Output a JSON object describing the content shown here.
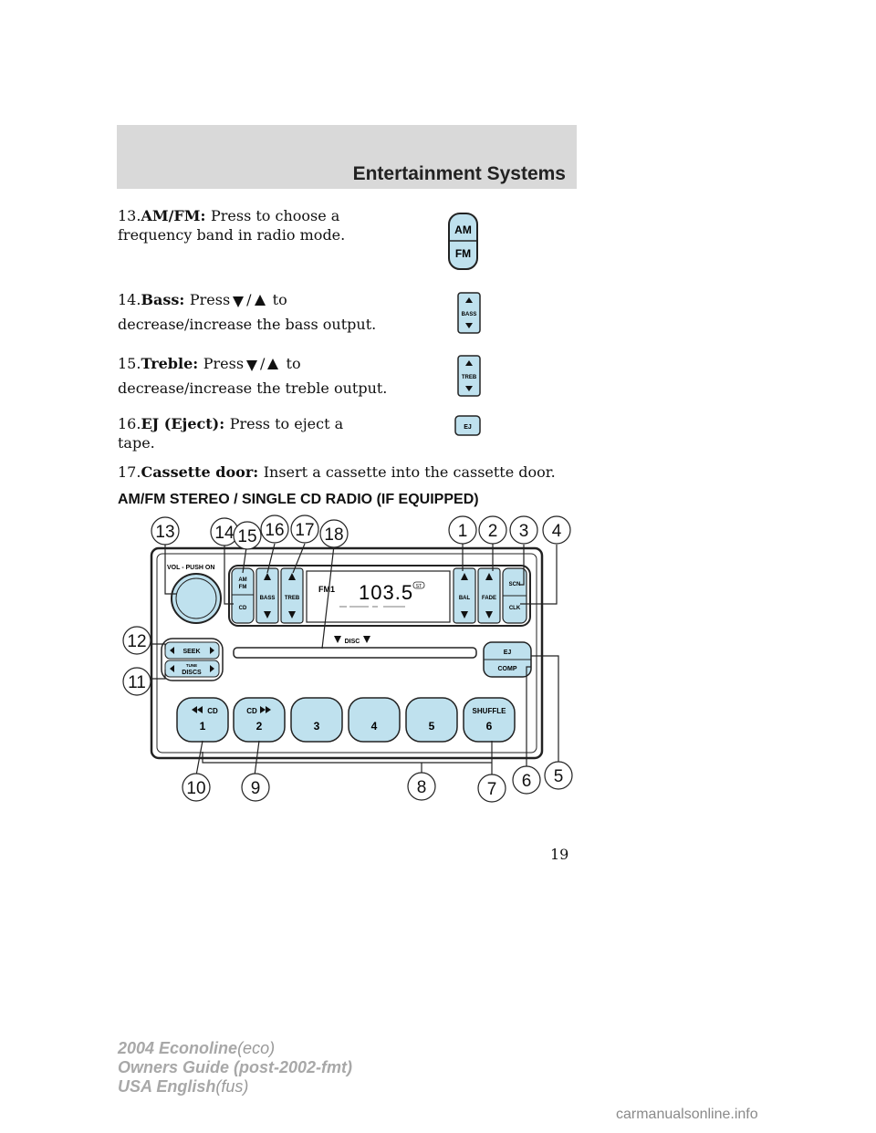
{
  "header": {
    "section_title": "Entertainment Systems"
  },
  "items": [
    {
      "num": "13.",
      "label": "AM/FM:",
      "text_line1": "Press to choose a",
      "text_line2": "frequency band in radio mode.",
      "icon_top": "AM",
      "icon_bottom": "FM"
    },
    {
      "num": "14.",
      "label": "Bass:",
      "press": "Press",
      "slash": "/",
      "to": "to",
      "text_line2": "decrease/increase the bass output.",
      "icon_label": "BASS"
    },
    {
      "num": "15.",
      "label": "Treble:",
      "press": "Press",
      "slash": "/",
      "to": "to",
      "text_line2": "decrease/increase the treble output.",
      "icon_label": "TREB"
    },
    {
      "num": "16.",
      "label": "EJ (Eject):",
      "text_line1": "Press to eject a",
      "text_line2": "tape.",
      "icon_label": "EJ"
    },
    {
      "num": "17.",
      "label": "Cassette door:",
      "text_line1": "Insert a cassette into the cassette door."
    }
  ],
  "radio_heading": "AM/FM STEREO / SINGLE CD RADIO (IF EQUIPPED)",
  "radio": {
    "vol_label": "VOL - PUSH ON",
    "amfm_top": "AM",
    "amfm_bottom": "FM",
    "cd_label": "CD",
    "bass_label": "BASS",
    "treb_label": "TREB",
    "display_band": "FM1",
    "display_freq": "103.5",
    "display_st": "ST",
    "bal_label": "BAL",
    "fade_label": "FADE",
    "scn_label": "SCN",
    "clk_label": "CLK",
    "disc_label": "DISC",
    "seek_label": "SEEK",
    "tune_label": "TUNE",
    "discs_label": "DISCS",
    "ej_label": "EJ",
    "comp_label": "COMP",
    "preset_top_labels": [
      "CD",
      "CD",
      "",
      "",
      "",
      "SHUFFLE"
    ],
    "preset_numbers": [
      "1",
      "2",
      "3",
      "4",
      "5",
      "6"
    ],
    "callouts": [
      "1",
      "2",
      "3",
      "4",
      "5",
      "6",
      "7",
      "8",
      "9",
      "10",
      "11",
      "12",
      "13",
      "14",
      "15",
      "16",
      "17",
      "18"
    ]
  },
  "page_number": "19",
  "footer": {
    "line1_bold": "2004 Econoline",
    "line1_paren": "(eco)",
    "line2_bold": "Owners Guide (post-2002-fmt)",
    "line3_bold": "USA English",
    "line3_paren": "(fus)"
  },
  "watermark": "carmanualsonline.info"
}
